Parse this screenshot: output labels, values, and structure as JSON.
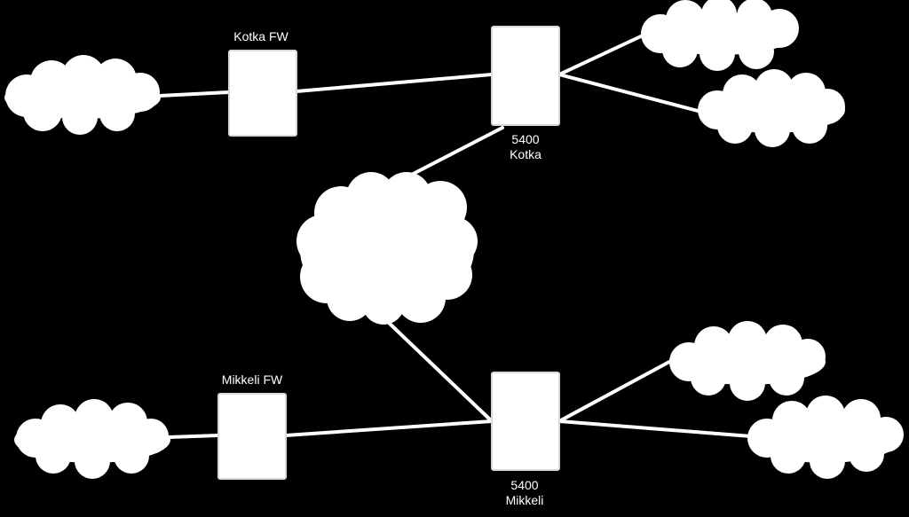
{
  "colors": {
    "background": "#000000",
    "foreground": "#ffffff",
    "node_stroke": "#d9d9d9"
  },
  "nodes": {
    "kotka_fw": {
      "label": "Kotka  FW",
      "icon": "firewall-box"
    },
    "switch_kotka": {
      "label_line1": "5400",
      "label_line2": "Kotka",
      "icon": "switch-box"
    },
    "mikkeli_fw": {
      "label": "Mikkeli FW",
      "icon": "firewall-box"
    },
    "switch_mikkeli": {
      "label_line1": "5400",
      "label_line2": "Mikkeli",
      "icon": "switch-box"
    }
  },
  "clouds": [
    "cloud-kotka-lan",
    "cloud-kotka-upper-right",
    "cloud-kotka-lower-right",
    "cloud-wan-center",
    "cloud-mikkeli-lan",
    "cloud-mikkeli-upper-right",
    "cloud-mikkeli-lower-right"
  ]
}
